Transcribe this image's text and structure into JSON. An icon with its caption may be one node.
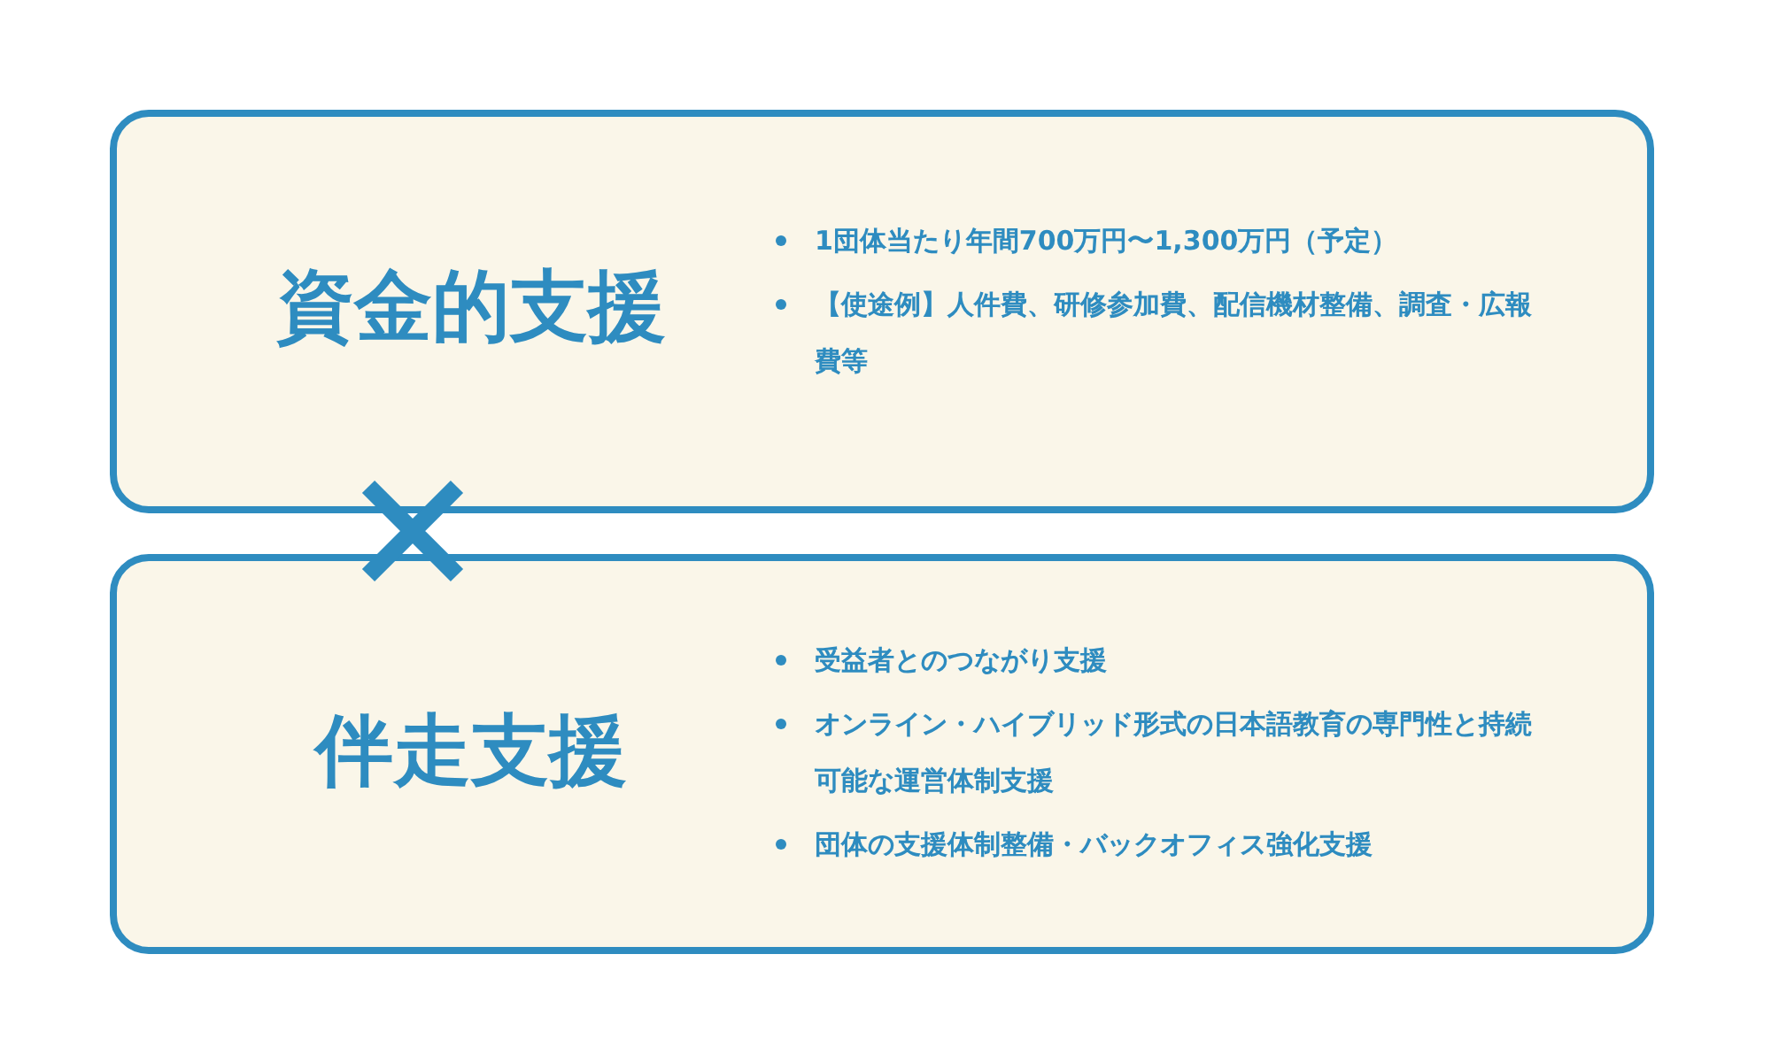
{
  "diagram": {
    "nodes": [
      {
        "text": [
          "資金的支援",
          "1団体当たり年間700万円〜1,300万円（予定）",
          "【使途例】人件費、研修参加費、配信機材整備、調査・広報費等"
        ]
      },
      {
        "text": [
          "伴走支援",
          "受益者とのつながり支援",
          "オンライン・ハイブリッド形式の日本語教育の専門性と持続可能な運営体制支援",
          "団体の支援体制整備・バックオフィス強化支援"
        ]
      }
    ]
  }
}
